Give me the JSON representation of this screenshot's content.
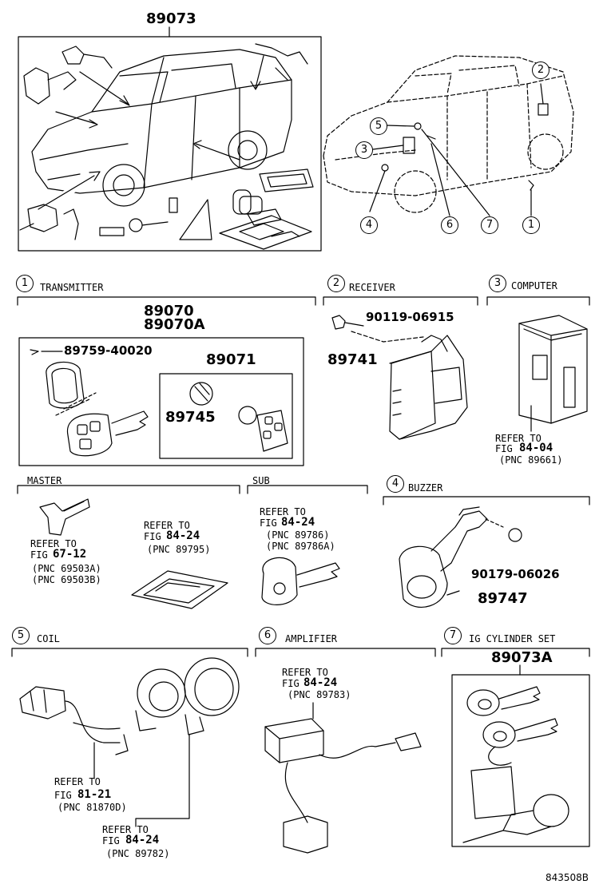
{
  "top": {
    "assembly_no": "89073",
    "callouts": [
      "2",
      "5",
      "3",
      "4",
      "6",
      "7",
      "1"
    ]
  },
  "sections": {
    "transmitter": {
      "num": "1",
      "label": "TRANSMITTER",
      "part_a": "89070",
      "part_b": "89070A",
      "screw": "89759-40020",
      "sub_assy": "89071",
      "battery": "89745"
    },
    "receiver": {
      "num": "2",
      "label": "RECEIVER",
      "bolt": "90119-06915",
      "part": "89741"
    },
    "computer": {
      "num": "3",
      "label": "COMPUTER",
      "ref1": "REFER TO",
      "ref2": "FIG",
      "ref3": "84-04",
      "ref4": "(PNC 89661)"
    },
    "master": {
      "label": "MASTER",
      "ref1": "REFER TO",
      "ref2": "FIG",
      "ref3": "67-12",
      "ref4": "(PNC 69503A)",
      "ref5": "(PNC 69503B)",
      "ref6": "REFER TO",
      "ref7": "FIG",
      "ref8": "84-24",
      "ref9": "(PNC 89795)"
    },
    "sub": {
      "label": "SUB",
      "ref1": "REFER TO",
      "ref2": "FIG",
      "ref3": "84-24",
      "ref4": "(PNC 89786)",
      "ref5": "(PNC 89786A)"
    },
    "buzzer": {
      "num": "4",
      "label": "BUZZER",
      "nut": "90179-06026",
      "part": "89747"
    },
    "coil": {
      "num": "5",
      "label": "COIL",
      "ref1": "REFER TO",
      "ref2": "FIG",
      "ref3": "81-21",
      "ref4": "(PNC 81870D)",
      "ref5": "REFER TO",
      "ref6": "FIG",
      "ref7": "84-24",
      "ref8": "(PNC 89782)"
    },
    "amplifier": {
      "num": "6",
      "label": "AMPLIFIER",
      "ref1": "REFER TO",
      "ref2": "FIG",
      "ref3": "84-24",
      "ref4": "(PNC 89783)"
    },
    "ig": {
      "num": "7",
      "label": "IG CYLINDER SET",
      "part": "89073A"
    }
  },
  "footer": {
    "code": "843508B"
  }
}
